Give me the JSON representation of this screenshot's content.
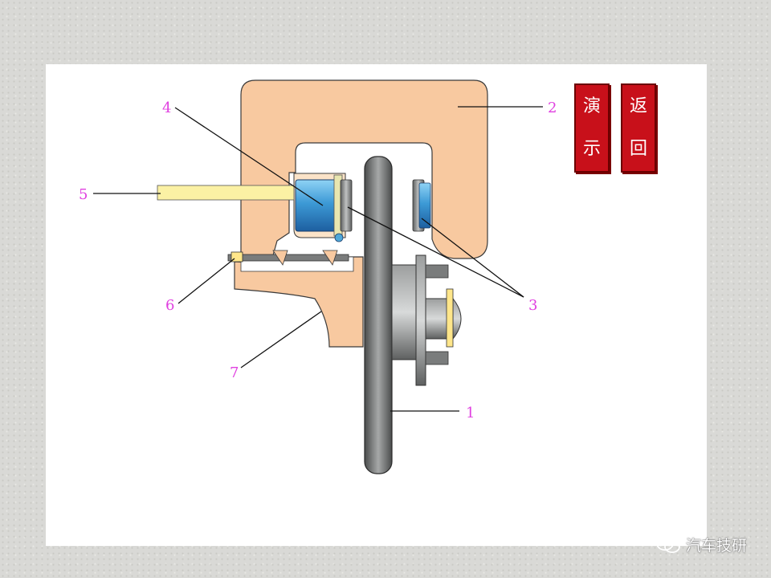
{
  "diagram": {
    "callouts": [
      "1",
      "2",
      "3",
      "4",
      "5",
      "6",
      "7"
    ]
  },
  "buttons": {
    "demo": [
      "演",
      "示"
    ],
    "back": [
      "返",
      "回"
    ]
  },
  "watermark": {
    "text": "汽车技研",
    "icon": "wechat-icon"
  },
  "colors": {
    "caliper": "#f8c9a0",
    "disc": "#7a7c7c",
    "piston": "#4fa8d8",
    "label": "#e040e0",
    "button": "#c8101a"
  }
}
